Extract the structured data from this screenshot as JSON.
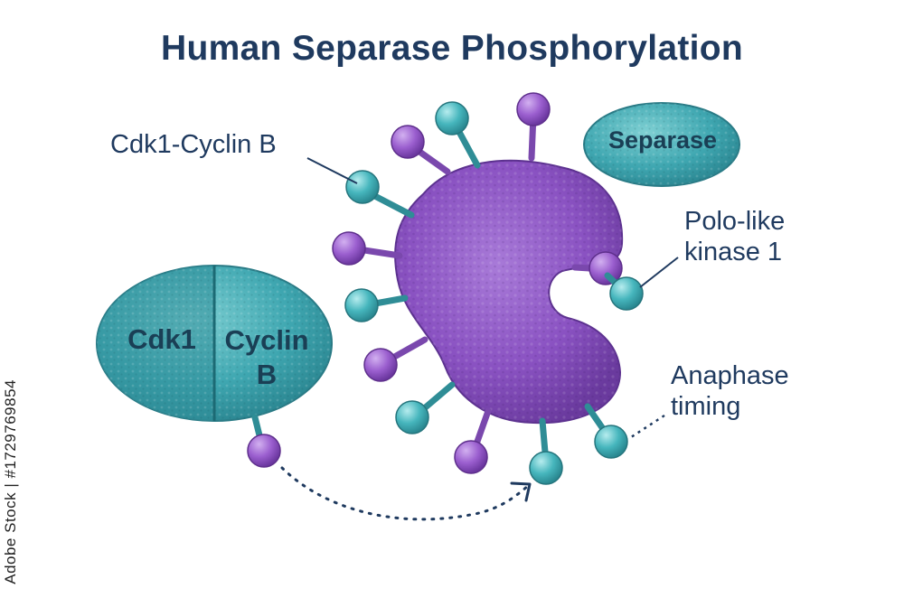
{
  "title": "Human Separase Phosphorylation",
  "labels": {
    "cdk1_cyclin_b": "Cdk1-Cyclin B",
    "polo_like_kinase_line1": "Polo-like",
    "polo_like_kinase_line2": "kinase 1",
    "anaphase_line1": "Anaphase",
    "anaphase_line2": "timing"
  },
  "complex": {
    "cdk1": "Cdk1",
    "cyclin_line1": "Cyclin",
    "cyclin_line2": "B"
  },
  "separase_label": "Separase",
  "watermark": "Adobe Stock | #1729769854",
  "colors": {
    "protein_purple": "#8a52c2",
    "protein_teal": "#3fa7b1",
    "phospho_purple": "#9b5fcf",
    "phospho_teal": "#46b6bd",
    "text": "#1f3a5f"
  }
}
